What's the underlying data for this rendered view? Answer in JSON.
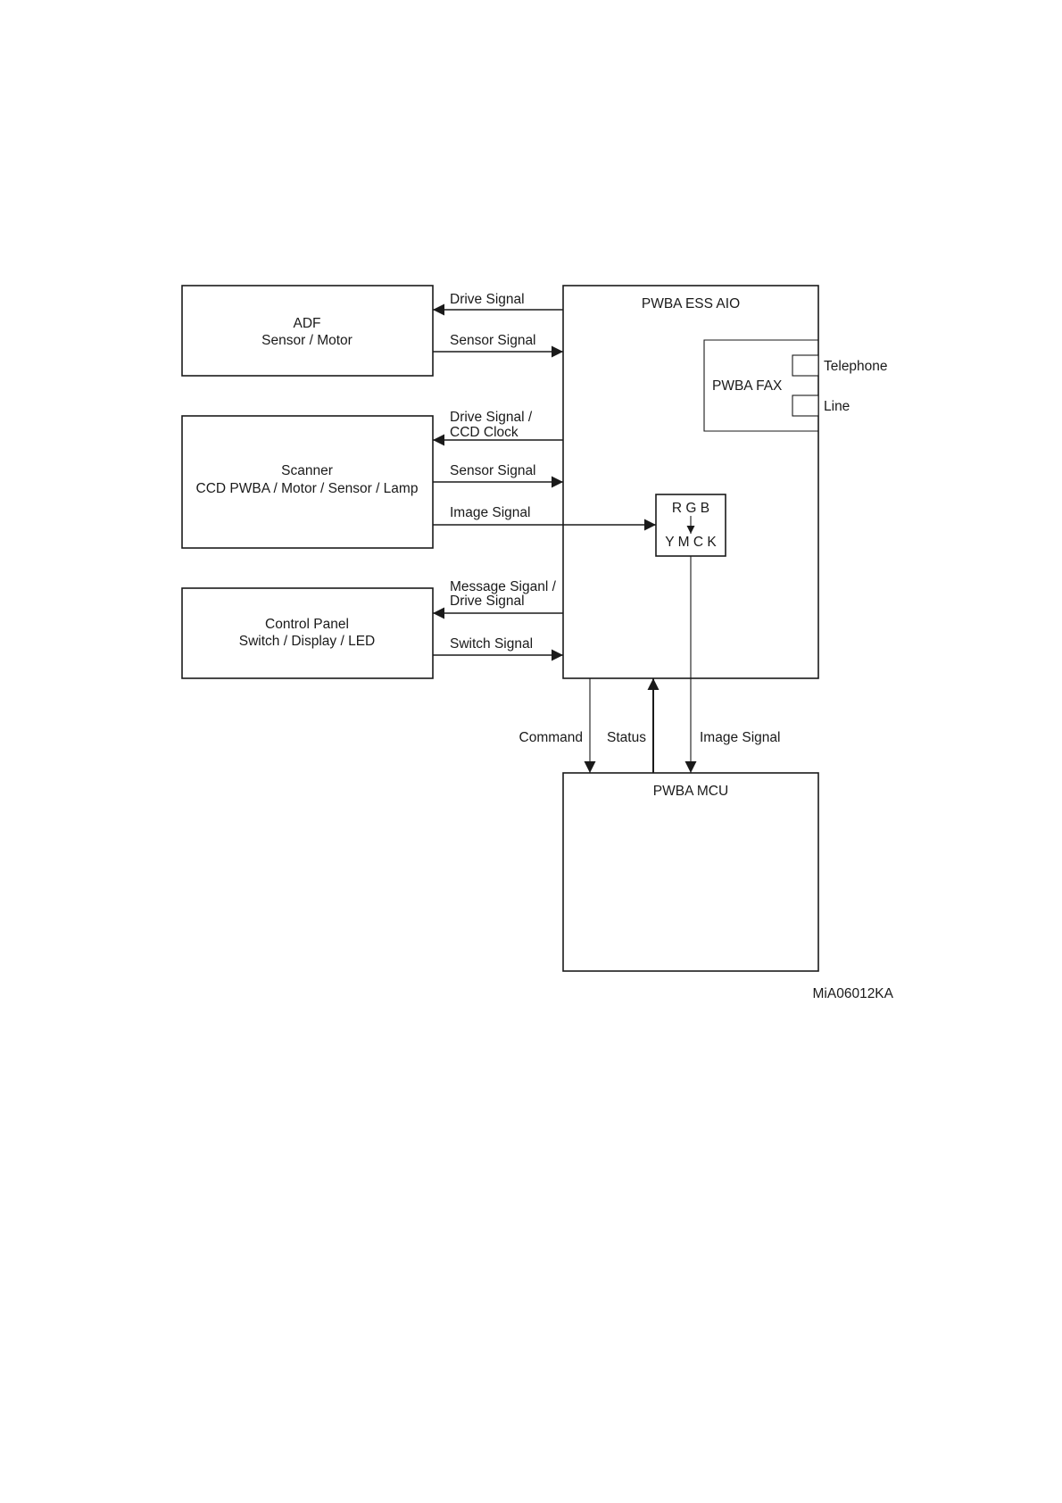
{
  "blocks": {
    "adf": {
      "line1": "ADF",
      "line2": "Sensor / Motor"
    },
    "scanner": {
      "line1": "Scanner",
      "line2": "CCD PWBA / Motor / Sensor / Lamp"
    },
    "control_panel": {
      "line1": "Control Panel",
      "line2": "Switch / Display / LED"
    },
    "ess": {
      "title": "PWBA ESS AIO"
    },
    "fax": {
      "title": "PWBA FAX",
      "port_telephone": "Telephone",
      "port_line": "Line"
    },
    "converter": {
      "input": "R G B",
      "output": "Y M C K"
    },
    "mcu": {
      "title": "PWBA MCU"
    }
  },
  "signals": {
    "adf_drive": "Drive Signal",
    "adf_sensor": "Sensor Signal",
    "scanner_drive_1": "Drive Signal /",
    "scanner_drive_2": "CCD Clock",
    "scanner_sensor": "Sensor Signal",
    "scanner_image": "Image Signal",
    "panel_message_1": "Message Siganl /",
    "panel_message_2": "Drive Signal",
    "panel_switch": "Switch Signal",
    "command": "Command",
    "status": "Status",
    "mcu_image": "Image Signal"
  },
  "figure_id": "MiA06012KA"
}
